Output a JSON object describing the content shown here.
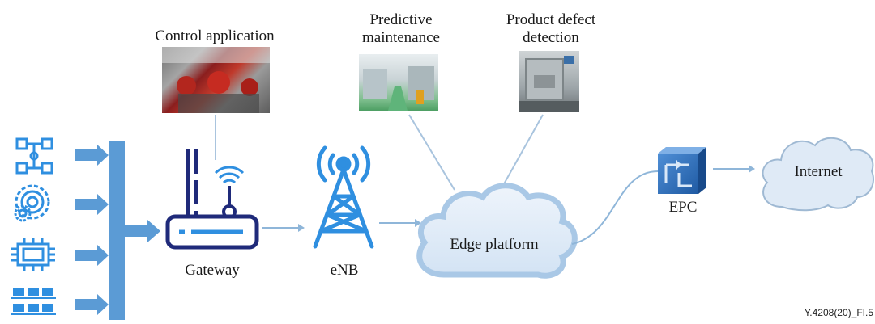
{
  "labels": {
    "control_application": "Control application",
    "predictive_maintenance_line1": "Predictive",
    "predictive_maintenance_line2": "maintenance",
    "product_defect_line1": "Product defect",
    "product_defect_line2": "detection",
    "gateway": "Gateway",
    "enb": "eNB",
    "edge_platform": "Edge platform",
    "epc": "EPC",
    "internet": "Internet"
  },
  "figure_id": "Y.4208(20)_FI.5",
  "colors": {
    "accent_blue": "#2f8fe0",
    "bar_blue": "#5b9bd5",
    "gateway_navy": "#1f2a7a",
    "line_blue": "#8fb6d9",
    "cloud_fill": "#dbe8f6",
    "cloud_outline": "#a9c8e6",
    "epc_blue": "#2e6db4"
  },
  "icons": [
    "chip-network-icon",
    "gears-icon",
    "microchip-icon",
    "computer-grid-icon",
    "router-icon",
    "cell-tower-icon",
    "server-box-icon"
  ]
}
